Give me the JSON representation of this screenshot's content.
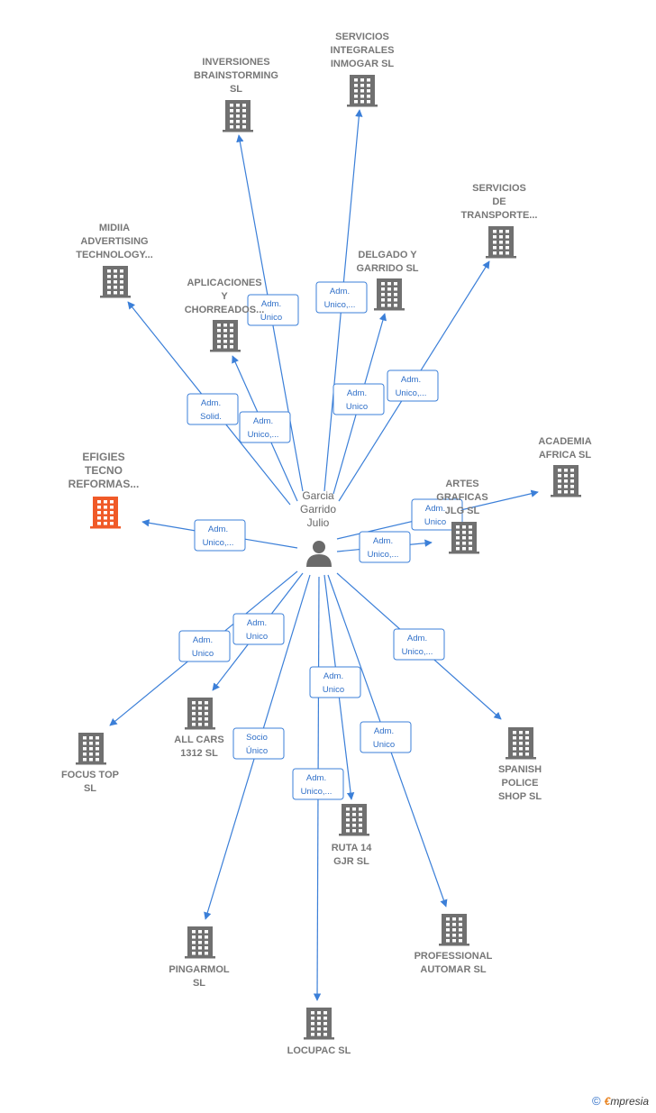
{
  "colors": {
    "edge": "#3b7fd8",
    "building": "#707070",
    "building_highlight": "#f05a28",
    "person": "#6a6a6a"
  },
  "center": {
    "name_lines": [
      "Garcia",
      "Garrido",
      "Julio"
    ],
    "icon": "person-icon"
  },
  "companies": [
    {
      "id": "inversiones",
      "lines": [
        "INVERSIONES",
        "BRAINSTORMING",
        "SL"
      ],
      "highlight": false,
      "label_pos": "above",
      "edge_lines": [
        "Adm.",
        "Unico"
      ]
    },
    {
      "id": "servicios-integrales",
      "lines": [
        "SERVICIOS",
        "INTEGRALES",
        "INMOGAR  SL"
      ],
      "highlight": false,
      "label_pos": "above",
      "edge_lines": [
        "Adm.",
        "Unico,..."
      ]
    },
    {
      "id": "servicios-transporte",
      "lines": [
        "SERVICIOS",
        "DE",
        "TRANSPORTE..."
      ],
      "highlight": false,
      "label_pos": "above",
      "edge_lines": [
        "Adm.",
        "Unico,..."
      ]
    },
    {
      "id": "delgado",
      "lines": [
        "DELGADO Y",
        "GARRIDO SL"
      ],
      "highlight": false,
      "label_pos": "above",
      "edge_lines": [
        "Adm.",
        "Unico"
      ]
    },
    {
      "id": "midiia",
      "lines": [
        "MIDIIA",
        "ADVERTISING",
        "TECHNOLOGY..."
      ],
      "highlight": false,
      "label_pos": "above",
      "edge_lines": [
        "Adm.",
        "Solid."
      ]
    },
    {
      "id": "aplicaciones",
      "lines": [
        "APLICACIONES",
        "Y",
        "CHORREADOS..."
      ],
      "highlight": false,
      "label_pos": "above",
      "edge_lines": [
        "Adm.",
        "Unico,..."
      ]
    },
    {
      "id": "efigies",
      "lines": [
        "EFIGIES",
        "TECNO",
        "REFORMAS..."
      ],
      "highlight": true,
      "label_pos": "above",
      "edge_lines": [
        "Adm.",
        "Unico,..."
      ]
    },
    {
      "id": "academia",
      "lines": [
        "ACADEMIA",
        "AFRICA  SL"
      ],
      "highlight": false,
      "label_pos": "above",
      "edge_lines": [
        "Adm.",
        "Unico"
      ]
    },
    {
      "id": "artes",
      "lines": [
        "ARTES",
        "GRAFICAS",
        "JLG  SL"
      ],
      "highlight": false,
      "label_pos": "above",
      "edge_lines": [
        "Adm.",
        "Unico,..."
      ]
    },
    {
      "id": "focus",
      "lines": [
        "FOCUS TOP",
        "SL"
      ],
      "highlight": false,
      "label_pos": "below",
      "edge_lines": [
        "Adm.",
        "Unico"
      ]
    },
    {
      "id": "allcars",
      "lines": [
        "ALL CARS",
        "1312  SL"
      ],
      "highlight": false,
      "label_pos": "below",
      "edge_lines": [
        "Adm.",
        "Unico"
      ]
    },
    {
      "id": "spanish",
      "lines": [
        "SPANISH",
        "POLICE",
        "SHOP SL"
      ],
      "highlight": false,
      "label_pos": "below",
      "edge_lines": [
        "Adm.",
        "Unico,..."
      ]
    },
    {
      "id": "ruta",
      "lines": [
        "RUTA 14",
        "GJR  SL"
      ],
      "highlight": false,
      "label_pos": "below",
      "edge_lines": [
        "Adm.",
        "Unico"
      ]
    },
    {
      "id": "pingarmol",
      "lines": [
        "PINGARMOL",
        "SL"
      ],
      "highlight": false,
      "label_pos": "below",
      "edge_lines": [
        "Socio",
        "Único"
      ]
    },
    {
      "id": "professional",
      "lines": [
        "PROFESSIONAL",
        "AUTOMAR SL"
      ],
      "highlight": false,
      "label_pos": "below",
      "edge_lines": [
        "Adm.",
        "Unico"
      ]
    },
    {
      "id": "locupac",
      "lines": [
        "LOCUPAC  SL"
      ],
      "highlight": false,
      "label_pos": "below",
      "edge_lines": [
        "Adm.",
        "Unico,..."
      ]
    }
  ],
  "footer": {
    "copyright_symbol": "©",
    "brand_initial": "€",
    "brand_rest": "mpresia"
  }
}
